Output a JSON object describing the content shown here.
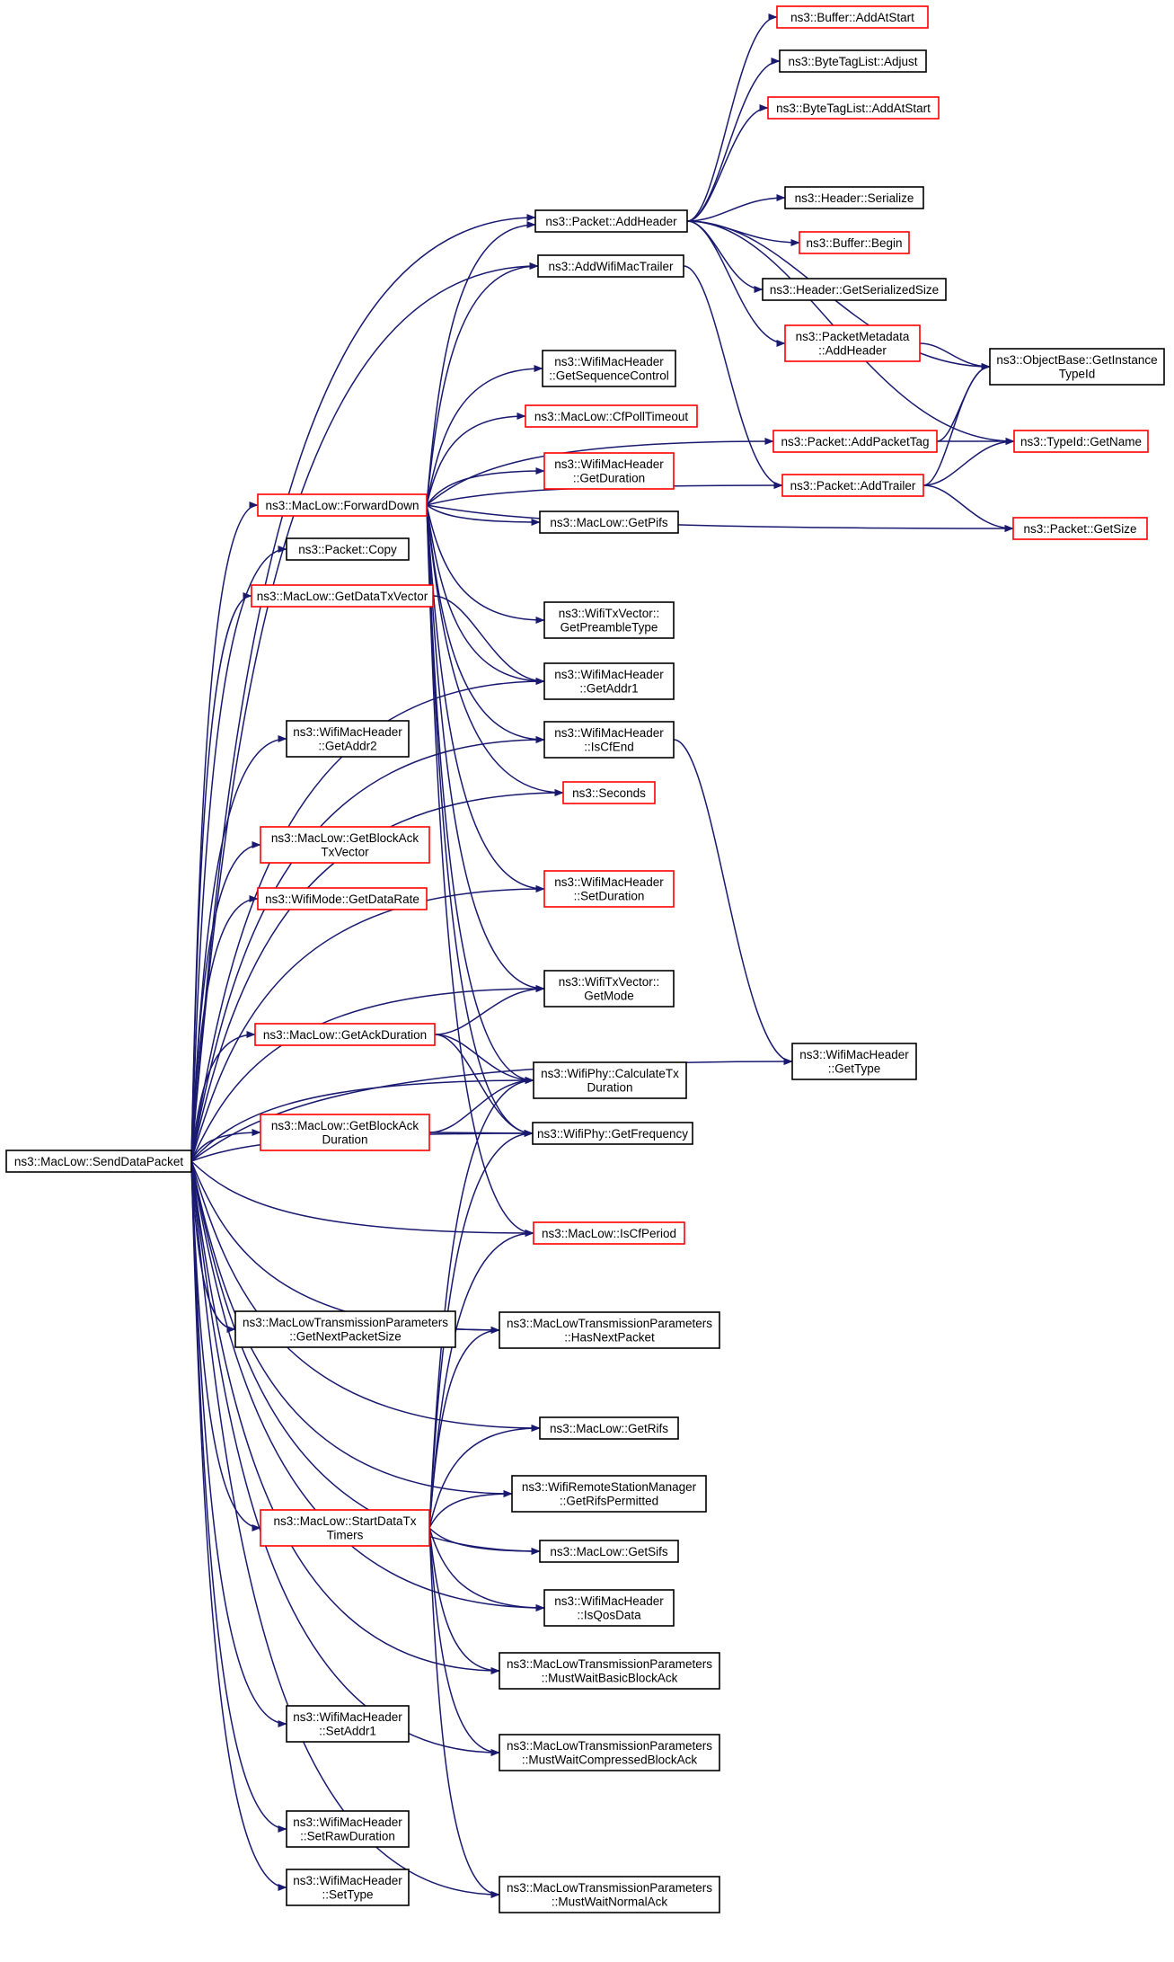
{
  "colors": {
    "edge": "#191970",
    "root_fill": "#bfbfbf",
    "normal_border": "#000000",
    "truncated_border": "#ff0000"
  },
  "nodes": [
    {
      "id": "send_data_packet",
      "lines": [
        "ns3::MacLow::SendDataPacket"
      ],
      "style": "root"
    },
    {
      "id": "forward_down",
      "lines": [
        "ns3::MacLow::ForwardDown"
      ],
      "style": "truncated"
    },
    {
      "id": "packet_copy",
      "lines": [
        "ns3::Packet::Copy"
      ],
      "style": "normal"
    },
    {
      "id": "get_data_tx_vector",
      "lines": [
        "ns3::MacLow::GetDataTxVector"
      ],
      "style": "truncated"
    },
    {
      "id": "get_addr2",
      "lines": [
        "ns3::WifiMacHeader",
        "::GetAddr2"
      ],
      "style": "normal"
    },
    {
      "id": "get_block_ack_tx_vector",
      "lines": [
        "ns3::MacLow::GetBlockAck",
        "TxVector"
      ],
      "style": "truncated"
    },
    {
      "id": "get_data_rate",
      "lines": [
        "ns3::WifiMode::GetDataRate"
      ],
      "style": "truncated"
    },
    {
      "id": "get_ack_duration",
      "lines": [
        "ns3::MacLow::GetAckDuration"
      ],
      "style": "truncated"
    },
    {
      "id": "get_block_ack_duration",
      "lines": [
        "ns3::MacLow::GetBlockAck",
        "Duration"
      ],
      "style": "truncated"
    },
    {
      "id": "get_next_packet_size",
      "lines": [
        "ns3::MacLowTransmissionParameters",
        "::GetNextPacketSize"
      ],
      "style": "normal"
    },
    {
      "id": "start_data_tx_timers",
      "lines": [
        "ns3::MacLow::StartDataTx",
        "Timers"
      ],
      "style": "truncated"
    },
    {
      "id": "set_addr1",
      "lines": [
        "ns3::WifiMacHeader",
        "::SetAddr1"
      ],
      "style": "normal"
    },
    {
      "id": "set_raw_duration",
      "lines": [
        "ns3::WifiMacHeader",
        "::SetRawDuration"
      ],
      "style": "normal"
    },
    {
      "id": "set_type",
      "lines": [
        "ns3::WifiMacHeader",
        "::SetType"
      ],
      "style": "normal"
    },
    {
      "id": "add_header",
      "lines": [
        "ns3::Packet::AddHeader"
      ],
      "style": "normal"
    },
    {
      "id": "add_wifi_mac_trailer",
      "lines": [
        "ns3::AddWifiMacTrailer"
      ],
      "style": "normal"
    },
    {
      "id": "get_sequence_control",
      "lines": [
        "ns3::WifiMacHeader",
        "::GetSequenceControl"
      ],
      "style": "normal"
    },
    {
      "id": "cf_poll_timeout",
      "lines": [
        "ns3::MacLow::CfPollTimeout"
      ],
      "style": "truncated"
    },
    {
      "id": "get_duration",
      "lines": [
        "ns3::WifiMacHeader",
        "::GetDuration"
      ],
      "style": "truncated"
    },
    {
      "id": "get_pifs",
      "lines": [
        "ns3::MacLow::GetPifs"
      ],
      "style": "normal"
    },
    {
      "id": "get_preamble_type",
      "lines": [
        "ns3::WifiTxVector::",
        "GetPreambleType"
      ],
      "style": "normal"
    },
    {
      "id": "get_addr1",
      "lines": [
        "ns3::WifiMacHeader",
        "::GetAddr1"
      ],
      "style": "normal"
    },
    {
      "id": "is_cf_end",
      "lines": [
        "ns3::WifiMacHeader",
        "::IsCfEnd"
      ],
      "style": "normal"
    },
    {
      "id": "seconds",
      "lines": [
        "ns3::Seconds"
      ],
      "style": "truncated"
    },
    {
      "id": "set_duration",
      "lines": [
        "ns3::WifiMacHeader",
        "::SetDuration"
      ],
      "style": "truncated"
    },
    {
      "id": "get_mode",
      "lines": [
        "ns3::WifiTxVector::",
        "GetMode"
      ],
      "style": "normal"
    },
    {
      "id": "calculate_tx_duration",
      "lines": [
        "ns3::WifiPhy::CalculateTx",
        "Duration"
      ],
      "style": "normal"
    },
    {
      "id": "get_frequency",
      "lines": [
        "ns3::WifiPhy::GetFrequency"
      ],
      "style": "normal"
    },
    {
      "id": "is_cf_period",
      "lines": [
        "ns3::MacLow::IsCfPeriod"
      ],
      "style": "truncated"
    },
    {
      "id": "has_next_packet",
      "lines": [
        "ns3::MacLowTransmissionParameters",
        "::HasNextPacket"
      ],
      "style": "normal"
    },
    {
      "id": "get_rifs",
      "lines": [
        "ns3::MacLow::GetRifs"
      ],
      "style": "normal"
    },
    {
      "id": "get_rifs_permitted",
      "lines": [
        "ns3::WifiRemoteStationManager",
        "::GetRifsPermitted"
      ],
      "style": "normal"
    },
    {
      "id": "get_sifs",
      "lines": [
        "ns3::MacLow::GetSifs"
      ],
      "style": "normal"
    },
    {
      "id": "is_qos_data",
      "lines": [
        "ns3::WifiMacHeader",
        "::IsQosData"
      ],
      "style": "normal"
    },
    {
      "id": "must_wait_basic_block_ack",
      "lines": [
        "ns3::MacLowTransmissionParameters",
        "::MustWaitBasicBlockAck"
      ],
      "style": "normal"
    },
    {
      "id": "must_wait_compressed_block_ack",
      "lines": [
        "ns3::MacLowTransmissionParameters",
        "::MustWaitCompressedBlockAck"
      ],
      "style": "normal"
    },
    {
      "id": "must_wait_normal_ack",
      "lines": [
        "ns3::MacLowTransmissionParameters",
        "::MustWaitNormalAck"
      ],
      "style": "normal"
    },
    {
      "id": "buffer_add_at_start",
      "lines": [
        "ns3::Buffer::AddAtStart"
      ],
      "style": "truncated"
    },
    {
      "id": "byte_tag_list_adjust",
      "lines": [
        "ns3::ByteTagList::Adjust"
      ],
      "style": "normal"
    },
    {
      "id": "byte_tag_list_add_at_start",
      "lines": [
        "ns3::ByteTagList::AddAtStart"
      ],
      "style": "truncated"
    },
    {
      "id": "header_serialize",
      "lines": [
        "ns3::Header::Serialize"
      ],
      "style": "normal"
    },
    {
      "id": "buffer_begin",
      "lines": [
        "ns3::Buffer::Begin"
      ],
      "style": "truncated"
    },
    {
      "id": "header_get_serialized_size",
      "lines": [
        "ns3::Header::GetSerializedSize"
      ],
      "style": "normal"
    },
    {
      "id": "packet_metadata_add_header",
      "lines": [
        "ns3::PacketMetadata",
        "::AddHeader"
      ],
      "style": "truncated"
    },
    {
      "id": "add_packet_tag",
      "lines": [
        "ns3::Packet::AddPacketTag"
      ],
      "style": "truncated"
    },
    {
      "id": "add_trailer",
      "lines": [
        "ns3::Packet::AddTrailer"
      ],
      "style": "truncated"
    },
    {
      "id": "get_instance_type_id",
      "lines": [
        "ns3::ObjectBase::GetInstance",
        "TypeId"
      ],
      "style": "normal"
    },
    {
      "id": "type_id_get_name",
      "lines": [
        "ns3::TypeId::GetName"
      ],
      "style": "truncated"
    },
    {
      "id": "packet_get_size",
      "lines": [
        "ns3::Packet::GetSize"
      ],
      "style": "truncated"
    },
    {
      "id": "get_type",
      "lines": [
        "ns3::WifiMacHeader",
        "::GetType"
      ],
      "style": "normal"
    }
  ],
  "edges": [
    [
      "send_data_packet",
      "add_header"
    ],
    [
      "send_data_packet",
      "add_wifi_mac_trailer"
    ],
    [
      "send_data_packet",
      "forward_down"
    ],
    [
      "send_data_packet",
      "packet_copy"
    ],
    [
      "send_data_packet",
      "get_data_tx_vector"
    ],
    [
      "send_data_packet",
      "get_addr1"
    ],
    [
      "send_data_packet",
      "is_cf_end"
    ],
    [
      "send_data_packet",
      "get_addr2"
    ],
    [
      "send_data_packet",
      "seconds"
    ],
    [
      "send_data_packet",
      "get_block_ack_tx_vector"
    ],
    [
      "send_data_packet",
      "get_data_rate"
    ],
    [
      "send_data_packet",
      "set_duration"
    ],
    [
      "send_data_packet",
      "get_mode"
    ],
    [
      "send_data_packet",
      "get_ack_duration"
    ],
    [
      "send_data_packet",
      "calculate_tx_duration"
    ],
    [
      "send_data_packet",
      "get_block_ack_duration"
    ],
    [
      "send_data_packet",
      "get_frequency"
    ],
    [
      "send_data_packet",
      "is_cf_period"
    ],
    [
      "send_data_packet",
      "get_next_packet_size"
    ],
    [
      "send_data_packet",
      "has_next_packet"
    ],
    [
      "send_data_packet",
      "get_type"
    ],
    [
      "send_data_packet",
      "get_rifs"
    ],
    [
      "send_data_packet",
      "get_rifs_permitted"
    ],
    [
      "send_data_packet",
      "start_data_tx_timers"
    ],
    [
      "send_data_packet",
      "get_sifs"
    ],
    [
      "send_data_packet",
      "is_qos_data"
    ],
    [
      "send_data_packet",
      "must_wait_basic_block_ack"
    ],
    [
      "send_data_packet",
      "set_addr1"
    ],
    [
      "send_data_packet",
      "must_wait_compressed_block_ack"
    ],
    [
      "send_data_packet",
      "set_raw_duration"
    ],
    [
      "send_data_packet",
      "set_type"
    ],
    [
      "send_data_packet",
      "must_wait_normal_ack"
    ],
    [
      "forward_down",
      "add_header"
    ],
    [
      "forward_down",
      "add_wifi_mac_trailer"
    ],
    [
      "forward_down",
      "get_sequence_control"
    ],
    [
      "forward_down",
      "cf_poll_timeout"
    ],
    [
      "forward_down",
      "get_duration"
    ],
    [
      "forward_down",
      "get_pifs"
    ],
    [
      "forward_down",
      "get_preamble_type"
    ],
    [
      "forward_down",
      "get_addr1"
    ],
    [
      "forward_down",
      "is_cf_end"
    ],
    [
      "forward_down",
      "seconds"
    ],
    [
      "forward_down",
      "set_duration"
    ],
    [
      "forward_down",
      "get_mode"
    ],
    [
      "forward_down",
      "calculate_tx_duration"
    ],
    [
      "forward_down",
      "get_frequency"
    ],
    [
      "forward_down",
      "is_cf_period"
    ],
    [
      "forward_down",
      "add_packet_tag"
    ],
    [
      "forward_down",
      "add_trailer"
    ],
    [
      "forward_down",
      "packet_get_size"
    ],
    [
      "get_data_tx_vector",
      "get_addr1"
    ],
    [
      "get_ack_duration",
      "get_mode"
    ],
    [
      "get_ack_duration",
      "calculate_tx_duration"
    ],
    [
      "get_ack_duration",
      "get_frequency"
    ],
    [
      "get_block_ack_duration",
      "calculate_tx_duration"
    ],
    [
      "get_block_ack_duration",
      "get_frequency"
    ],
    [
      "get_next_packet_size",
      "has_next_packet"
    ],
    [
      "start_data_tx_timers",
      "calculate_tx_duration"
    ],
    [
      "start_data_tx_timers",
      "get_frequency"
    ],
    [
      "start_data_tx_timers",
      "is_cf_period"
    ],
    [
      "start_data_tx_timers",
      "has_next_packet"
    ],
    [
      "start_data_tx_timers",
      "get_rifs"
    ],
    [
      "start_data_tx_timers",
      "get_rifs_permitted"
    ],
    [
      "start_data_tx_timers",
      "get_sifs"
    ],
    [
      "start_data_tx_timers",
      "is_qos_data"
    ],
    [
      "start_data_tx_timers",
      "must_wait_basic_block_ack"
    ],
    [
      "start_data_tx_timers",
      "must_wait_compressed_block_ack"
    ],
    [
      "start_data_tx_timers",
      "must_wait_normal_ack"
    ],
    [
      "add_header",
      "buffer_add_at_start"
    ],
    [
      "add_header",
      "byte_tag_list_adjust"
    ],
    [
      "add_header",
      "byte_tag_list_add_at_start"
    ],
    [
      "add_header",
      "get_instance_type_id"
    ],
    [
      "add_header",
      "header_serialize"
    ],
    [
      "add_header",
      "buffer_begin"
    ],
    [
      "add_header",
      "header_get_serialized_size"
    ],
    [
      "add_header",
      "packet_metadata_add_header"
    ],
    [
      "add_header",
      "type_id_get_name"
    ],
    [
      "add_wifi_mac_trailer",
      "add_trailer"
    ],
    [
      "packet_metadata_add_header",
      "get_instance_type_id"
    ],
    [
      "add_packet_tag",
      "get_instance_type_id"
    ],
    [
      "add_packet_tag",
      "type_id_get_name"
    ],
    [
      "add_trailer",
      "get_instance_type_id"
    ],
    [
      "add_trailer",
      "type_id_get_name"
    ],
    [
      "add_trailer",
      "packet_get_size"
    ],
    [
      "is_cf_end",
      "get_type"
    ]
  ]
}
